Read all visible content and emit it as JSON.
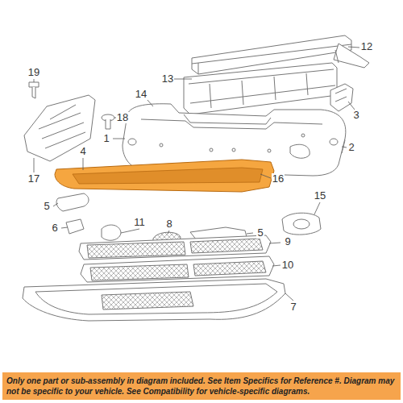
{
  "diagram": {
    "nodes": [
      {
        "text": [
          "Only one part or sub-assembly in diagram included. See Item Specifics for Reference #. Diagram may not be specific to your vehicle. See Compatibility for vehicle-specific diagrams."
        ]
      }
    ],
    "labels": [
      "19",
      "12",
      "13",
      "14",
      "3",
      "18",
      "1",
      "2",
      "4",
      "16",
      "17",
      "5",
      "15",
      "6",
      "11",
      "8",
      "5",
      "9",
      "10",
      "7"
    ]
  }
}
